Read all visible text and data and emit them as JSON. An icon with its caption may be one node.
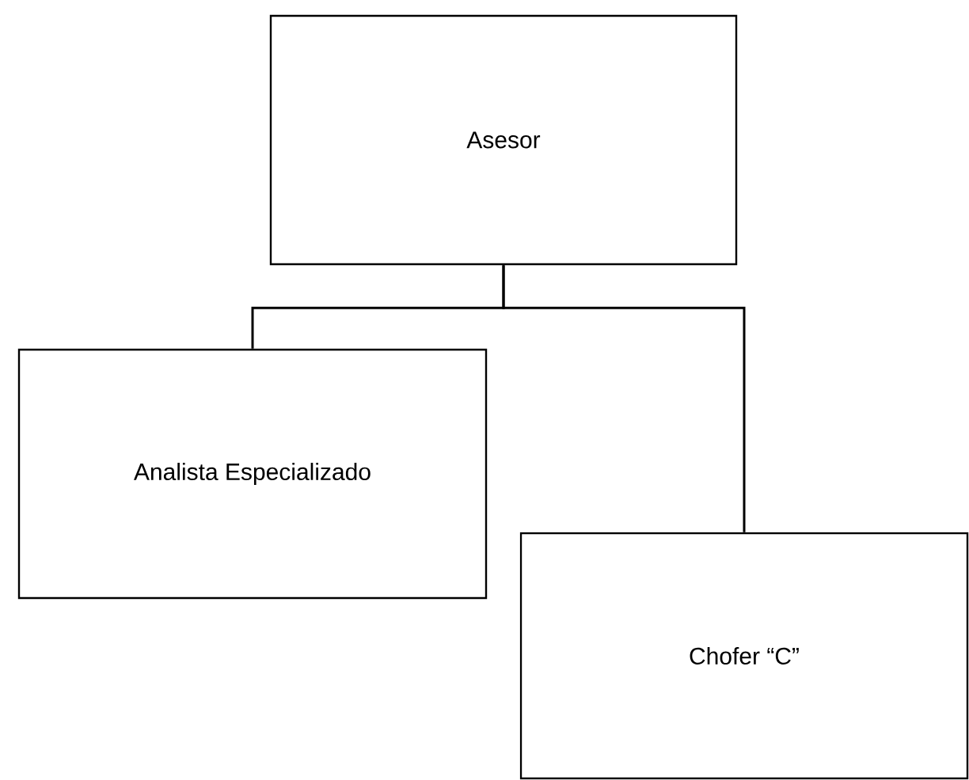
{
  "diagram": {
    "nodes": [
      {
        "text": [
          "Asesor"
        ]
      },
      {
        "text": [
          "Analista Especializado"
        ]
      },
      {
        "text": [
          "Chofer “C”"
        ]
      }
    ],
    "edges": [
      {
        "from": 0,
        "to": 1,
        "arrow": "none"
      },
      {
        "from": 0,
        "to": 2,
        "arrow": "none"
      }
    ]
  }
}
